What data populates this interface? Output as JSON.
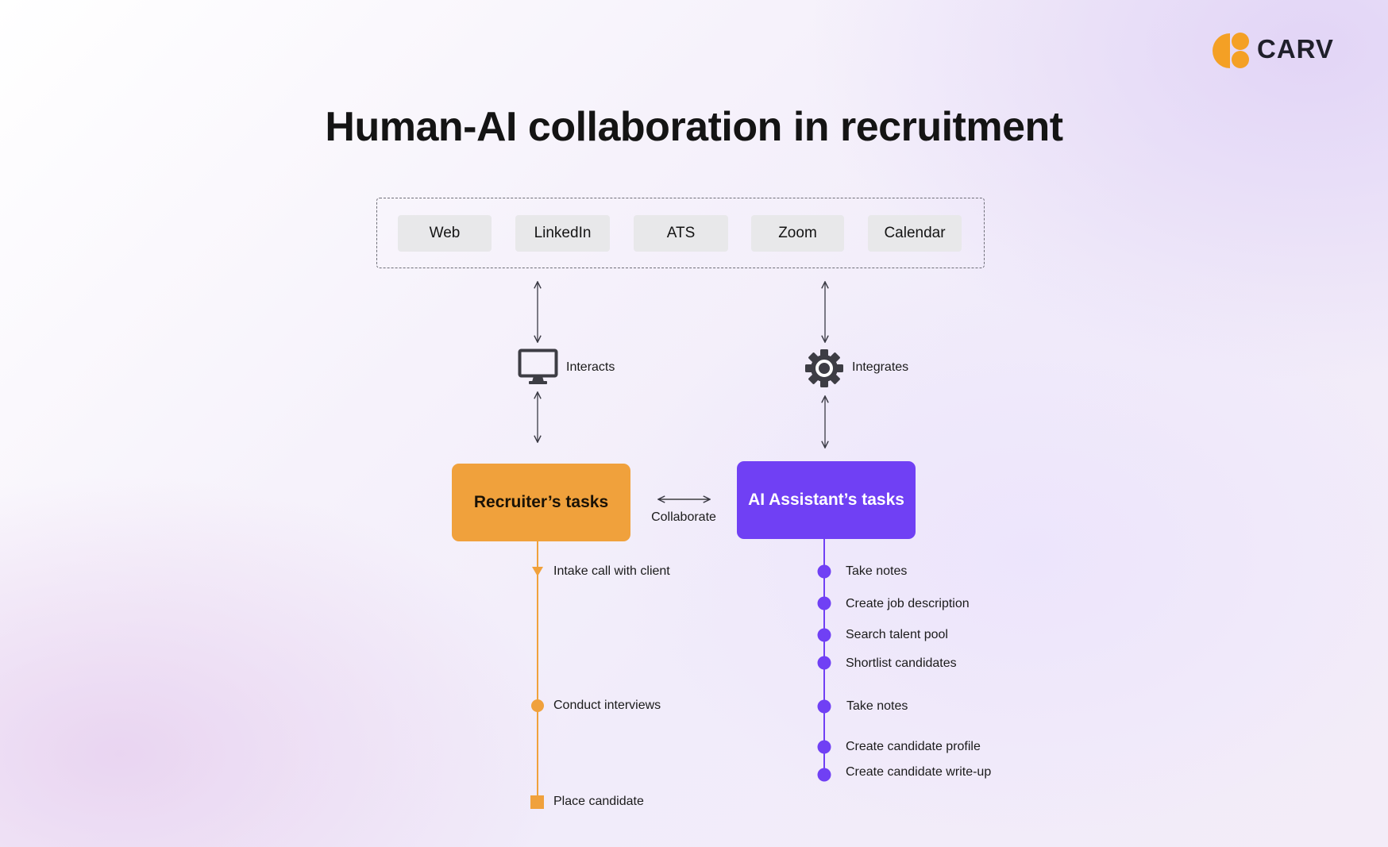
{
  "brand": {
    "name": "CARV",
    "orange": "#f4a025",
    "purple": "#7040f4"
  },
  "title": "Human-AI collaboration in recruitment",
  "tools": [
    "Web",
    "LinkedIn",
    "ATS",
    "Zoom",
    "Calendar"
  ],
  "connectors": {
    "recruiter": {
      "label": "Interacts",
      "icon": "monitor-icon"
    },
    "ai": {
      "label": "Integrates",
      "icon": "gear-icon"
    },
    "collaborate": "Collaborate"
  },
  "recruiter": {
    "title": "Recruiter’s tasks",
    "color": "#f0a13c",
    "tasks": [
      "Intake call with client",
      "Conduct interviews",
      "Place candidate"
    ]
  },
  "ai": {
    "title": "AI Assistant’s tasks",
    "color": "#7040f4",
    "tasks": [
      "Take notes",
      "Create job description",
      "Search talent pool",
      "Shortlist candidates",
      "Take notes",
      "Create candidate profile",
      "Create candidate write-up"
    ]
  }
}
